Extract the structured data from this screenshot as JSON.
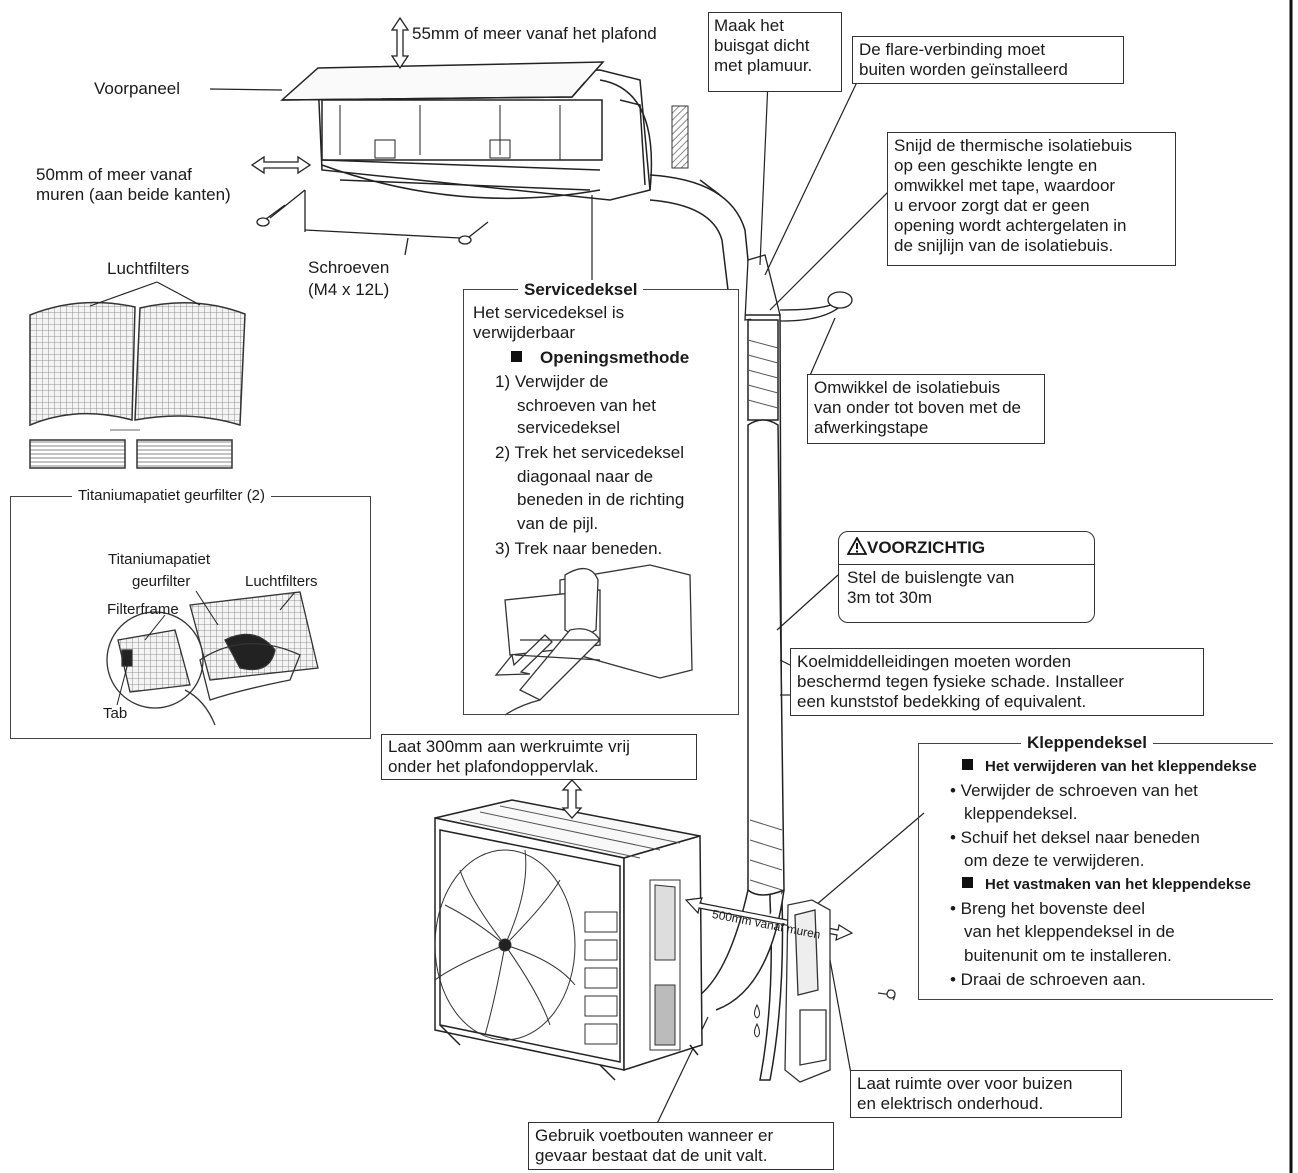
{
  "labels": {
    "ceiling_gap": "55mm of meer vanaf het plafond",
    "front_panel": "Voorpaneel",
    "wall_gap_1": "50mm of meer vanaf",
    "wall_gap_2": "muren (aan beide kanten)",
    "screws_1": "Schroeven",
    "screws_2": "(M4 x 12L)",
    "air_filters_top": "Luchtfilters",
    "work_space_1": "Laat 300mm aan werkruimte vrij",
    "work_space_2": "onder het plafondoppervlak.",
    "side_gap": "500mm vanaf muren"
  },
  "boxes": {
    "putty": [
      "Maak het",
      "buisgat dicht",
      "met plamuur."
    ],
    "flare": [
      "De flare-verbinding moet",
      "buiten worden geïnstalleerd"
    ],
    "insulation": [
      "Snijd de thermische isolatiebuis",
      "op een geschikte lengte en",
      "omwikkel met tape, waardoor",
      "u ervoor zorgt dat er geen",
      "opening wordt achtergelaten in",
      "de snijlijn van de isolatiebuis."
    ],
    "wrap": [
      "Omwikkel de isolatiebuis",
      "van onder tot boven met de",
      "afwerkingstape"
    ],
    "pipes_protect": [
      "Koelmiddelleidingen moeten worden",
      "beschermd tegen fysieke schade. Installeer",
      "een kunststof bedekking of equivalent."
    ],
    "space_service": [
      "Laat ruimte over voor buizen",
      "en elektrisch onderhoud."
    ],
    "foot_bolts": [
      "Gebruik voetbouten wanneer er",
      "gevaar bestaat dat de unit valt."
    ]
  },
  "caution": {
    "title": "VOORZICHTIG",
    "lines": [
      "Stel de buislengte van",
      "3m tot 30m"
    ]
  },
  "service_cover": {
    "title": "Servicedeksel",
    "intro": [
      "Het servicedeksel is",
      "verwijderbaar"
    ],
    "method_title": "Openingsmethode",
    "steps": [
      "1) Verwijder de",
      "schroeven van het",
      "servicedeksel",
      "2) Trek het servicedeksel",
      "diagonaal naar de",
      "beneden in de richting",
      "van de pijl.",
      "3) Trek naar beneden."
    ]
  },
  "filter_panel": {
    "title": "Titaniumapatiet geurfilter (2)",
    "l1": "Titaniumapatiet",
    "l2": "geurfilter",
    "air_filters": "Luchtfilters",
    "frame": "Filterframe",
    "tab": "Tab"
  },
  "valve_cover": {
    "title": "Kleppendeksel",
    "remove_title": "Het verwijderen van het kleppendekse",
    "remove_steps": [
      "• Verwijder de schroeven van het",
      "kleppendeksel.",
      "• Schuif het deksel naar beneden",
      "om deze te verwijderen."
    ],
    "attach_title": "Het vastmaken van het kleppendekse",
    "attach_steps": [
      "• Breng het bovenste deel",
      "van het kleppendeksel in de",
      "buitenunit om te installeren.",
      "• Draai de schroeven aan."
    ]
  }
}
